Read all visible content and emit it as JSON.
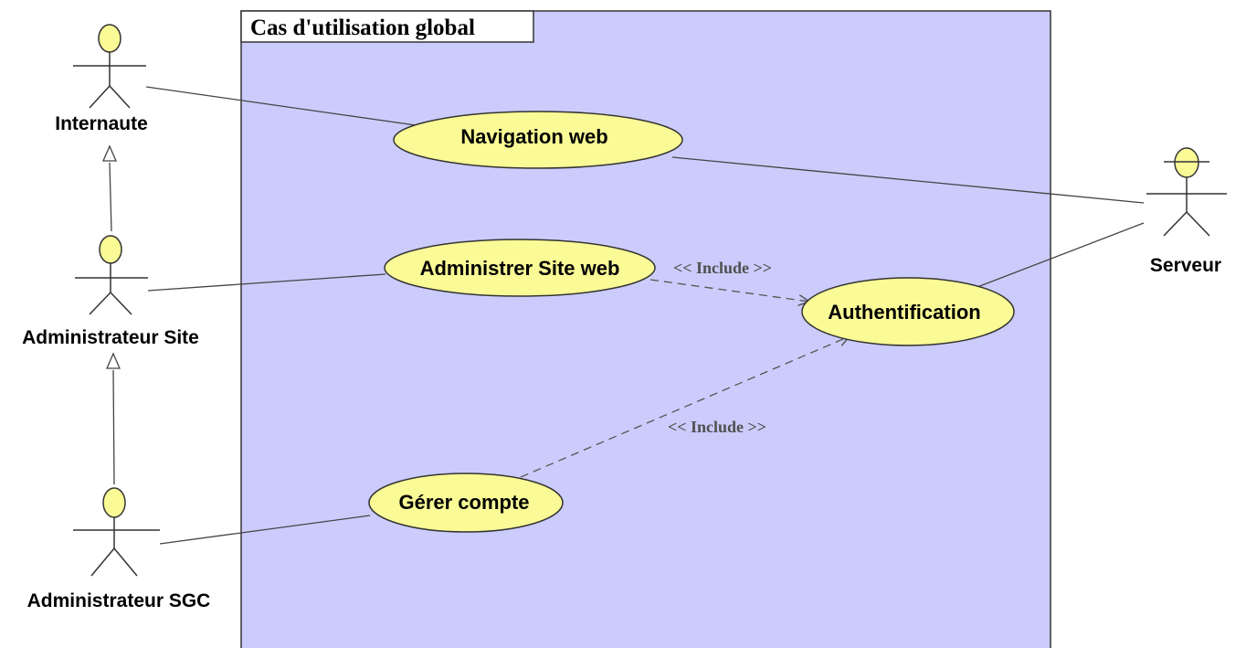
{
  "colors": {
    "system_fill": "#ccccfc",
    "actor_head": "#fafa96",
    "use_case_fill": "#fafa96",
    "line": "#444444",
    "include_line": "#555555"
  },
  "system": {
    "title": "Cas d'utilisation global"
  },
  "actors": {
    "internaute": "Internaute",
    "admin_site": "Administrateur Site",
    "admin_sgc": "Administrateur SGC",
    "serveur": "Serveur"
  },
  "use_cases": {
    "navigation": "Navigation web",
    "administrer": "Administrer Site web",
    "authentification": "Authentification",
    "gerer": "Gérer compte"
  },
  "relations": {
    "include_1": "<< Include >>",
    "include_2": "<< Include >>"
  }
}
